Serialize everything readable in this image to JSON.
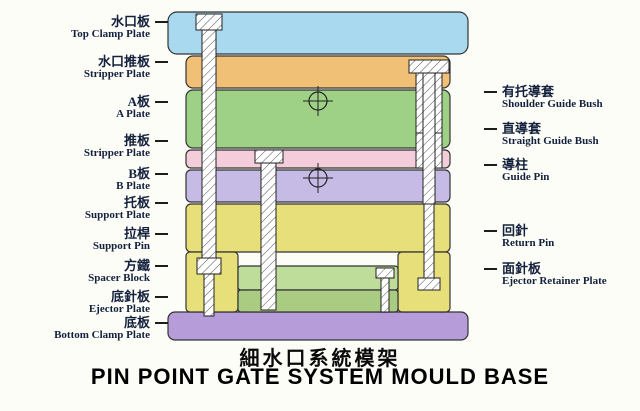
{
  "titles": {
    "chinese": "細水口系統模架",
    "english": "PIN POINT GATE SYSTEM MOULD BASE"
  },
  "left_labels": [
    {
      "cn": "水口板",
      "en": "Top Clamp Plate"
    },
    {
      "cn": "水口推板",
      "en": "Stripper Plate"
    },
    {
      "cn": "A板",
      "en": "A Plate"
    },
    {
      "cn": "推板",
      "en": "Stripper Plate"
    },
    {
      "cn": "B板",
      "en": "B Plate"
    },
    {
      "cn": "托板",
      "en": "Support Plate"
    },
    {
      "cn": "拉桿",
      "en": "Support Pin"
    },
    {
      "cn": "方鐵",
      "en": "Spacer Block"
    },
    {
      "cn": "底針板",
      "en": "Ejector Plate"
    },
    {
      "cn": "底板",
      "en": "Bottom Clamp Plate"
    }
  ],
  "right_labels": [
    {
      "cn": "有托導套",
      "en": "Shoulder Guide Bush"
    },
    {
      "cn": "直導套",
      "en": "Straight Guide Bush"
    },
    {
      "cn": "導柱",
      "en": "Guide Pin"
    },
    {
      "cn": "回針",
      "en": "Return Pin"
    },
    {
      "cn": "面針板",
      "en": "Ejector Retainer Plate"
    }
  ],
  "colors": {
    "top_clamp": "#a9d9ef",
    "stripper_top": "#f0c077",
    "a_plate": "#9ed186",
    "stripper_pink": "#f3cdd9",
    "b_plate": "#c6bbe5",
    "support_plate": "#e7df7a",
    "spacer_block": "#e7df7a",
    "ejector_retainer": "#bedd9a",
    "ejector_plate": "#a9cc82",
    "bottom_clamp": "#b79cda",
    "outline": "#333333"
  }
}
